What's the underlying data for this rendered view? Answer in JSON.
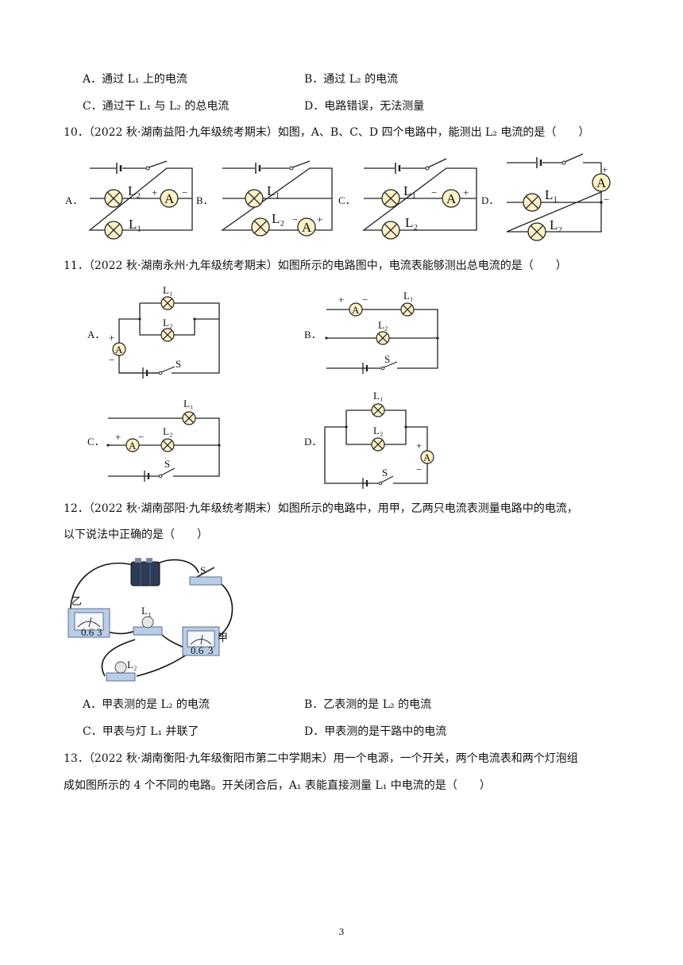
{
  "q9": {
    "optA": "A．通过 L₁ 上的电流",
    "optB": "B．通过 L₂ 的电流",
    "optC": "C．通过干 L₁ 与 L₂ 的总电流",
    "optD": "D．电路错误，无法测量"
  },
  "q10": {
    "stem": "10．（2022 秋·湖南益阳·九年级统考期末）如图，A、B、C、D 四个电路中，能测出 L₂ 电流的是（　　）",
    "labels": [
      "A．",
      "B．",
      "C．",
      "D．"
    ],
    "lamp1": "L₁",
    "lamp2": "L₂",
    "meter": "A",
    "plus": "+",
    "minus": "−"
  },
  "q11": {
    "stem": "11．（2022 秋·湖南永州·九年级统考期末）如图所示的电路图中，电流表能够测出总电流的是（　　）",
    "labels": [
      "A．",
      "B．",
      "C．",
      "D．"
    ],
    "lamp1": "L₁",
    "lamp2": "L₂",
    "switch": "S",
    "meter": "A"
  },
  "q12": {
    "stem_line1": "12．（2022 秋·湖南邵阳·九年级统考期末）如图所示的电路中，用甲，乙两只电流表测量电路中的电流，",
    "stem_line2": "以下说法中正确的是（　　）",
    "meter_jia": "甲",
    "meter_yi": "乙",
    "lamp1": "L₁",
    "lamp2": "L₂",
    "switch": "S",
    "scale_left": "0.6",
    "scale_right": "3",
    "optA": "A．甲表测的是 L₂ 的电流",
    "optB": "B．乙表测的是 L₂ 的电流",
    "optC": "C．甲表与灯 L₁ 并联了",
    "optD": "D．甲表测的是干路中的电流"
  },
  "q13": {
    "stem_line1": "13．（2022 秋·湖南衡阳·九年级衡阳市第二中学期末）用一个电源，一个开关，两个电流表和两个灯泡组",
    "stem_line2": "成如图所示的 4 个不同的电路。开关闭合后，A₁ 表能直接测量 L₁ 中电流的是（　　）"
  },
  "page_number": "3"
}
